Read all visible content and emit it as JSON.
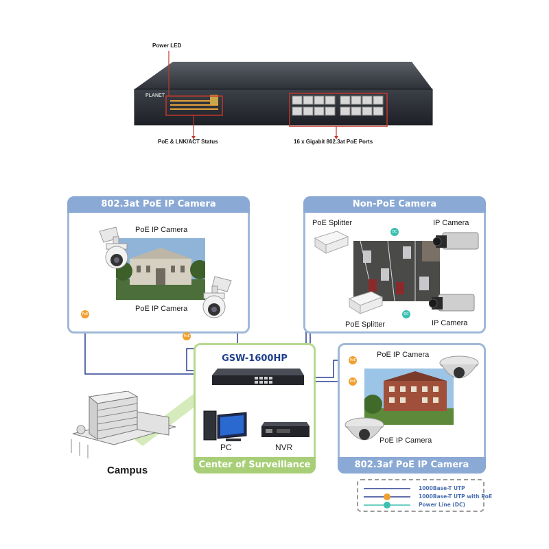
{
  "switch_photo": {
    "labels": {
      "power_led": "Power LED",
      "poe_status": "PoE & LNK/ACT Status",
      "ports": "16 x Gigabit 802.3at PoE Ports"
    },
    "brand": "PLANET"
  },
  "panels": {
    "at_camera": {
      "title": "802.3at PoE IP Camera",
      "cam1_label": "PoE IP Camera",
      "cam2_label": "PoE IP Camera"
    },
    "non_poe": {
      "title": "Non-PoE Camera",
      "splitter1": "PoE Splitter",
      "splitter2": "PoE Splitter",
      "camera1": "IP Camera",
      "camera2": "IP Camera"
    },
    "af_camera": {
      "title": "802.3af PoE IP Camera",
      "cam1_label": "PoE IP Camera",
      "cam2_label": "PoE IP Camera"
    },
    "center": {
      "switch_name": "GSW-1600HP",
      "pc_label": "PC",
      "nvr_label": "NVR",
      "title": "Center of Surveillance"
    }
  },
  "campus_label": "Campus",
  "badges": {
    "poe": "PoE",
    "dc": "DC"
  },
  "legend": [
    {
      "label": "1000Base-T UTP",
      "type": "utp"
    },
    {
      "label": "1000Base-T UTP with PoE",
      "type": "poe"
    },
    {
      "label": "Power Line (DC)",
      "type": "dc"
    }
  ],
  "colors": {
    "utp": "#2c3e8f",
    "poe_badge": "#f0a030",
    "dc_line": "#3cc0b0",
    "callout": "#c0392b",
    "panel_blue": "#8aa9d4",
    "panel_green": "#a8cf78"
  }
}
